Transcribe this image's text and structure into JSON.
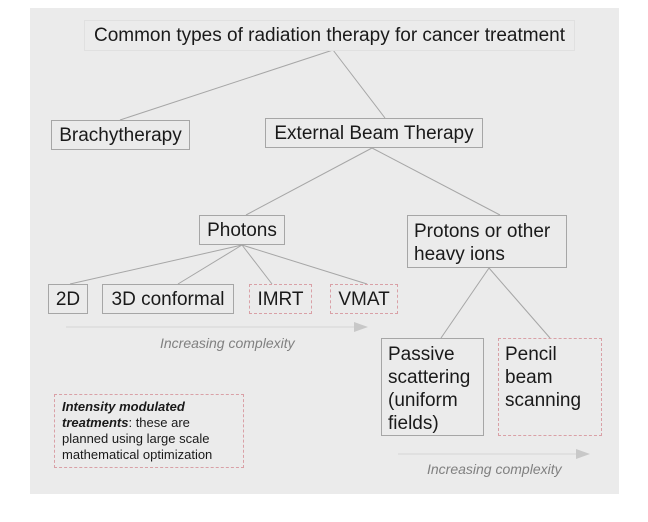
{
  "diagram": {
    "title": "Common types of radiation therapy for cancer treatment",
    "nodes": {
      "brachytherapy": "Brachytherapy",
      "external_beam": "External Beam Therapy",
      "photons": "Photons",
      "protons": "Protons or other heavy ions",
      "two_d": "2D",
      "three_d": "3D conformal",
      "imrt": "IMRT",
      "vmat": "VMAT",
      "passive": "Passive scattering (uniform fields)",
      "pencil": "Pencil beam scanning"
    },
    "photon_axis_label": "Increasing complexity",
    "proton_axis_label": "Increasing complexity",
    "note": {
      "bold": "Intensity modulated treatments",
      "rest": ": these are planned using large scale mathematical optimization"
    }
  },
  "colors": {
    "background": "#ebebeb",
    "line": "#a6a6a6",
    "dotted_border": "#d9a0a6",
    "arrow": "#c8c8c8",
    "axis_text": "#808080"
  }
}
